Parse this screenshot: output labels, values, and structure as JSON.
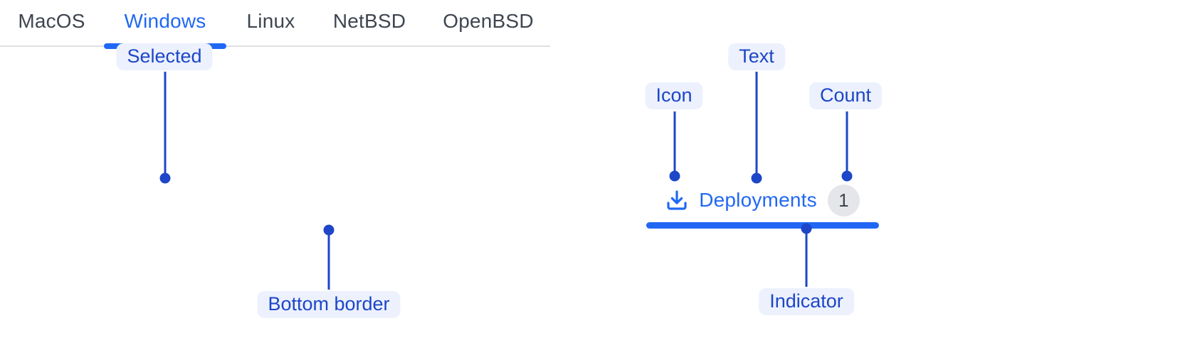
{
  "colors": {
    "accent_blue": "#2068F3",
    "annotation_blue": "#1D46C8",
    "annotation_pill_bg": "#ECF1FD",
    "inactive_tab_text": "#3F4550",
    "tabbar_border_gray": "#DFE0E4",
    "count_badge_bg": "#E5E6E9",
    "background": "#FFFFFF"
  },
  "tabs": {
    "items": [
      {
        "label": "MacOS",
        "selected": false
      },
      {
        "label": "Windows",
        "selected": true
      },
      {
        "label": "Linux",
        "selected": false
      },
      {
        "label": "NetBSD",
        "selected": false
      },
      {
        "label": "OpenBSD",
        "selected": false
      }
    ]
  },
  "deployments_tab": {
    "icon": "download-icon",
    "label": "Deployments",
    "count": "1"
  },
  "annotations": {
    "selected": "Selected",
    "bottom_border": "Bottom border",
    "icon": "Icon",
    "text": "Text",
    "count": "Count",
    "indicator": "Indicator"
  }
}
